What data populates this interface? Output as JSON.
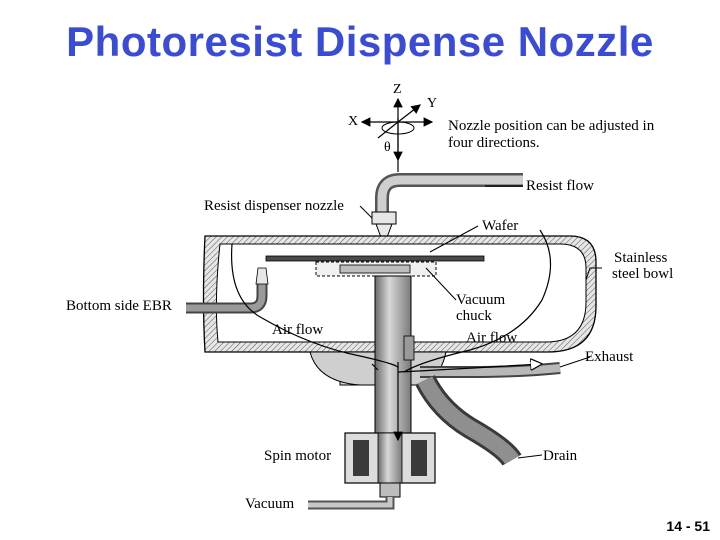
{
  "title": "Photoresist Dispense Nozzle",
  "axes": {
    "z": "Z",
    "y": "Y",
    "x": "X",
    "theta": "θ"
  },
  "note": "Nozzle position can be adjusted in four directions.",
  "labels": {
    "resist_flow": "Resist flow",
    "resist_dispenser_nozzle": "Resist dispenser nozzle",
    "wafer": "Wafer",
    "stainless_steel_bowl_line1": "Stainless",
    "stainless_steel_bowl_line2": "steel bowl",
    "bottom_side_ebr": "Bottom side EBR",
    "air_flow_left": "Air flow",
    "vacuum_chuck_line1": "Vacuum",
    "vacuum_chuck_line2": "chuck",
    "air_flow_right": "Air flow",
    "exhaust": "Exhaust",
    "spin_motor": "Spin motor",
    "drain": "Drain",
    "vacuum": "Vacuum"
  },
  "page_number": "14 - 51"
}
